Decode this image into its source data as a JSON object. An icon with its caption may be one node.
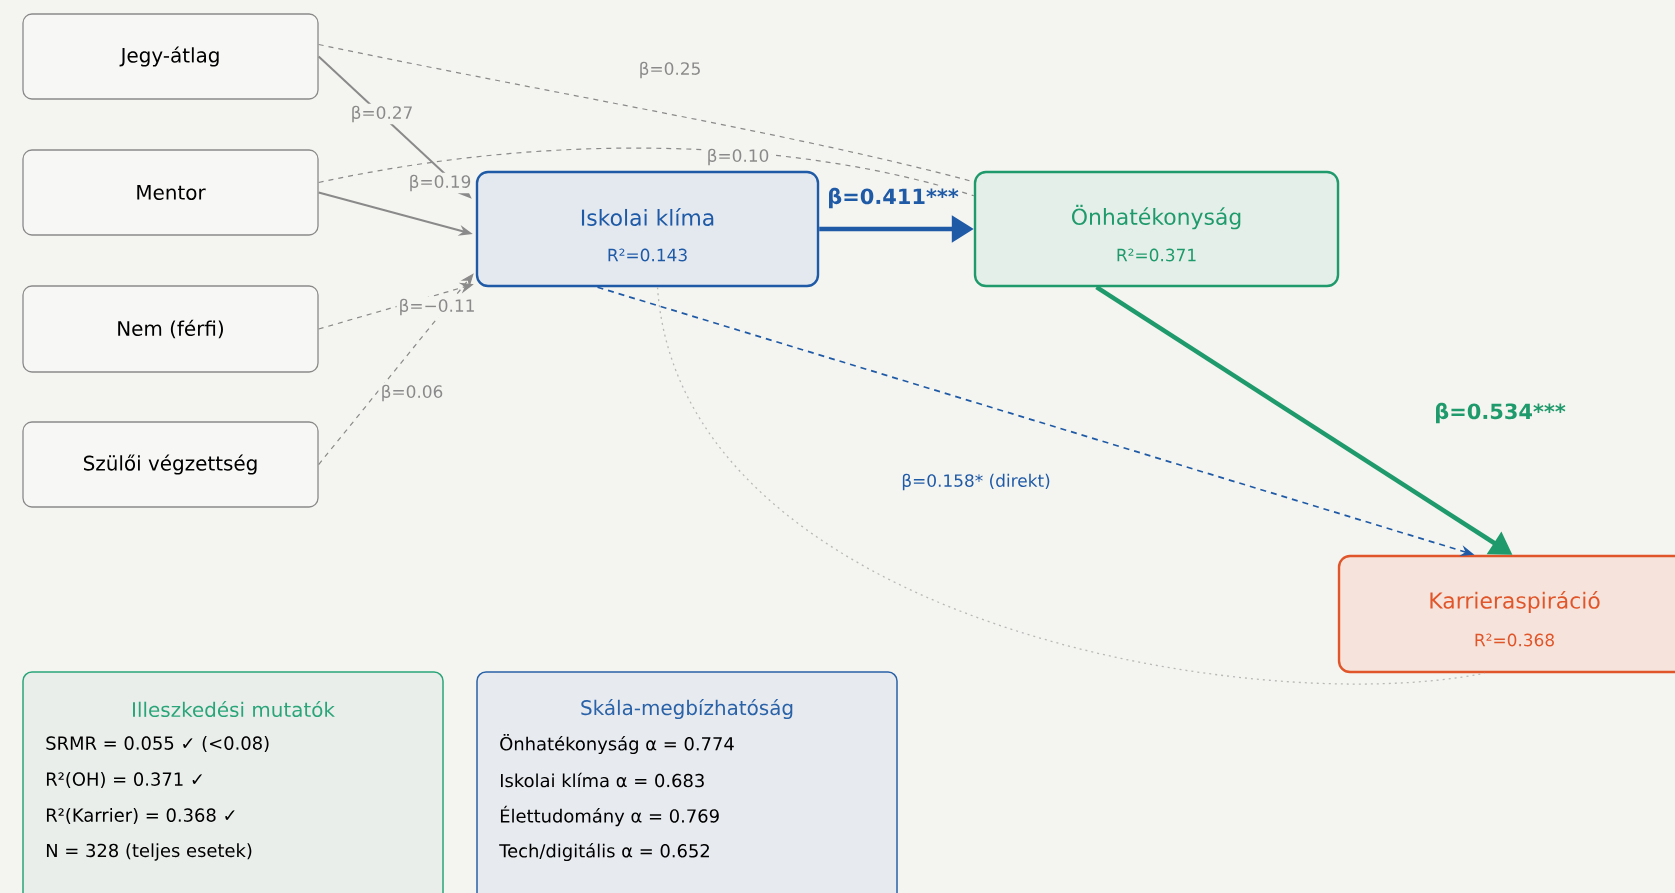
{
  "diagram": {
    "nodes": [
      {
        "text": [
          "Jegy-átlag"
        ]
      },
      {
        "text": [
          "Mentor"
        ]
      },
      {
        "text": [
          "Nem (férfi)"
        ]
      },
      {
        "text": [
          "Szülői végzettség"
        ]
      },
      {
        "text": [
          "Iskolai klíma",
          "R²=0.143"
        ]
      },
      {
        "text": [
          "Önhatékonyság",
          "R²=0.371"
        ]
      },
      {
        "text": [
          "Karrieraspiráció",
          "R²=0.368"
        ]
      },
      {
        "text": [
          "Illeszkedési mutatók",
          "SRMR = 0.055 ✓ (<0.08)",
          "R²(OH) = 0.371 ✓",
          "R²(Karrier) = 0.368 ✓",
          "N = 328 (teljes esetek)"
        ]
      },
      {
        "text": [
          "Skála-megbízhatóság",
          "Önhatékonyság α = 0.774",
          "Iskolai klíma α = 0.683",
          "Élettudomány α = 0.769",
          "Tech/digitális α = 0.652"
        ]
      }
    ],
    "edges": [
      {
        "from": 0,
        "to": 4,
        "arrow": "to",
        "label": "β=0.27"
      },
      {
        "from": 0,
        "to": 5,
        "arrow": "none",
        "label": "β=0.25",
        "style": "dashed"
      },
      {
        "from": 1,
        "to": 4,
        "arrow": "to",
        "label": "β=0.19"
      },
      {
        "from": 1,
        "to": 5,
        "arrow": "none",
        "label": "β=0.10",
        "style": "dashed"
      },
      {
        "from": 2,
        "to": 4,
        "arrow": "to",
        "label": "β=−0.11",
        "style": "dashed"
      },
      {
        "from": 3,
        "to": 4,
        "arrow": "to",
        "label": "β=0.06",
        "style": "dashed"
      },
      {
        "from": 4,
        "to": 5,
        "arrow": "to",
        "label": "β=0.411***",
        "style": "thick",
        "color": "#1f5aa6"
      },
      {
        "from": 5,
        "to": 6,
        "arrow": "to",
        "label": "β=0.534***",
        "style": "thick",
        "color": "#1e9a6c"
      },
      {
        "from": 4,
        "to": 6,
        "arrow": "to",
        "label": "β=0.158* (direkt)",
        "style": "dashed",
        "color": "#1f5aa6"
      },
      {
        "from": 4,
        "to": 6,
        "arrow": "none",
        "style": "dashed",
        "color": "#b8b8b8"
      }
    ]
  }
}
